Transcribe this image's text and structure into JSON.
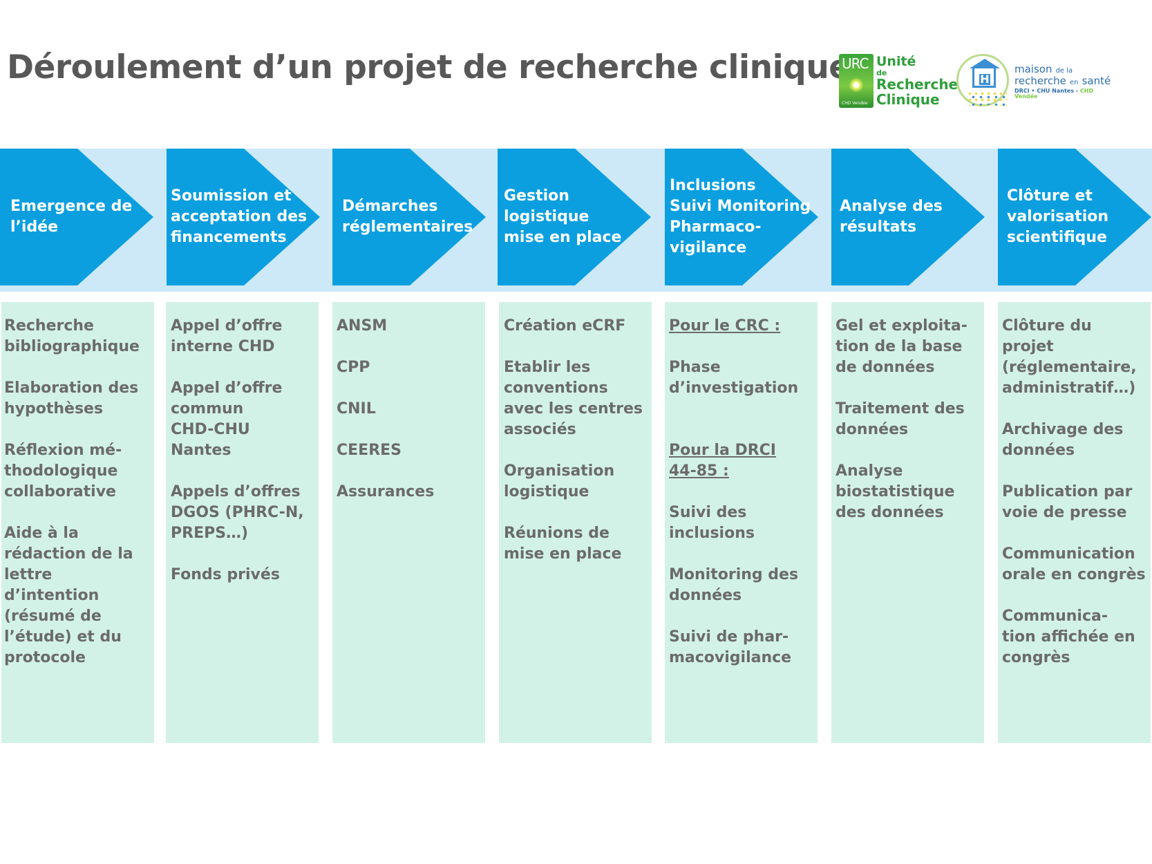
{
  "title": "Déroulement d’un projet de recherche clinique",
  "logos": {
    "urc": {
      "badge": "URC",
      "badge_sub": "CHD Vendée",
      "line1": "Unité",
      "line2": "de",
      "line3": "Recherche",
      "line4": "Clinique"
    },
    "mrs": {
      "line1": "maison",
      "line1_small": "de la",
      "line2": "recherche",
      "line2_small": "en",
      "line2_end": "santé",
      "line3": "DRCI • CHU Nantes - ",
      "line3_end": "CHD Vendée"
    }
  },
  "colors": {
    "chevron": "#0b9fe0",
    "banner": "#cde9f7",
    "column": "#d3f2e7",
    "text": "#6b6b6b",
    "title": "#585858"
  },
  "stages": [
    {
      "label": "Emergence de\nl’idée",
      "items": [
        "Recherche\nbibliographique",
        "Elaboration des\nhypothèses",
        "Réflexion mé-\nthodologique\ncollaborative",
        "Aide à la\nrédaction de la\nlettre\nd’intention\n(résumé de\nl’étude) et du\nprotocole"
      ]
    },
    {
      "label": "Soumission et\nacceptation des\nfinancements",
      "items": [
        "Appel d’offre\ninterne CHD",
        "Appel d’offre\ncommun\nCHD-CHU\nNantes",
        "Appels d’offres\nDGOS (PHRC-N,\nPREPS…)",
        "Fonds privés"
      ]
    },
    {
      "label": "Démarches\nréglementaires",
      "items": [
        "ANSM",
        "CPP",
        "CNIL",
        "CEERES",
        "Assurances"
      ]
    },
    {
      "label": "Gestion\nlogistique\nmise en place",
      "items": [
        "Création eCRF",
        "Etablir les\nconventions\navec les centres\nassociés",
        "Organisation\nlogistique",
        "Réunions de\nmise en place"
      ]
    },
    {
      "label": "Inclusions\nSuivi Monitoring\nPharmaco-\nvigilance",
      "heading_crc": "Pour le CRC :",
      "items_crc": [
        "Phase\nd’investigation"
      ],
      "heading_drci": "Pour la DRCI\n44-85 :",
      "items_drci": [
        "Suivi des\ninclusions",
        "Monitoring des\ndonnées",
        "Suivi de phar-\nmacovigilance"
      ]
    },
    {
      "label": "Analyse des\nrésultats",
      "items": [
        "Gel et exploita-\ntion de la base\nde données",
        "Traitement des\ndonnées",
        "Analyse\nbiostatistique\ndes données"
      ]
    },
    {
      "label": "Clôture et\nvalorisation\nscientifique",
      "items": [
        "Clôture du\nprojet\n(réglementaire,\nadministratif…)",
        "Archivage des\ndonnées",
        "Publication par\nvoie de presse",
        "Communication\norale en congrès",
        "Communica-\ntion affichée en\ncongrès"
      ]
    }
  ]
}
